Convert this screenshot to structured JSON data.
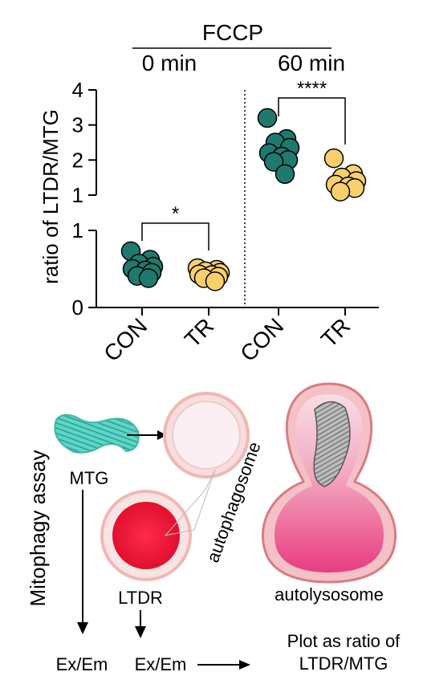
{
  "chart_data": {
    "type": "scatter",
    "subtype": "dot-plot-with-broken-y-axis",
    "treatment": "FCCP",
    "timepoints": [
      "0 min",
      "60 min"
    ],
    "ylabel": "ratio of LTDR/MTG",
    "categories": [
      "CON",
      "TR",
      "CON",
      "TR"
    ],
    "y_axis": {
      "lower_segment": {
        "range": [
          0,
          1
        ],
        "ticks": [
          "0",
          "1"
        ]
      },
      "upper_segment": {
        "range": [
          1,
          4
        ],
        "ticks": [
          "1",
          "2",
          "3",
          "4"
        ]
      }
    },
    "series": [
      {
        "name": "CON",
        "timepoint": "0 min",
        "color": "#1e7a6e",
        "values": [
          0.73,
          0.62,
          0.57,
          0.53,
          0.5,
          0.48,
          0.45,
          0.41,
          0.38
        ]
      },
      {
        "name": "TR",
        "timepoint": "0 min",
        "color": "#f9cf6e",
        "values": [
          0.51,
          0.49,
          0.47,
          0.45,
          0.43,
          0.42,
          0.4,
          0.38,
          0.34
        ]
      },
      {
        "name": "CON",
        "timepoint": "60 min",
        "color": "#1e7a6e",
        "values": [
          3.2,
          2.6,
          2.5,
          2.35,
          2.2,
          2.1,
          2.0,
          1.95,
          1.6
        ]
      },
      {
        "name": "TR",
        "timepoint": "60 min",
        "color": "#f9cf6e",
        "values": [
          2.05,
          1.6,
          1.5,
          1.4,
          1.3,
          1.25,
          1.2,
          1.1
        ]
      }
    ],
    "annotations": [
      {
        "between": [
          0,
          1
        ],
        "text": "*"
      },
      {
        "between": [
          2,
          3
        ],
        "text": "****"
      }
    ]
  },
  "diagram": {
    "side_label": "Mitophagy assay",
    "mtg_label": "MTG",
    "ltdr_label": "LTDR",
    "autophagosome_label": "autophagosome",
    "autolysosome_label": "autolysosome",
    "exem_label_1": "Ex/Em",
    "exem_label_2": "Ex/Em",
    "plot_label_line1": "Plot as ratio of",
    "plot_label_line2": "LTDR/MTG"
  },
  "colors": {
    "con": "#1e7a6e",
    "tr": "#f9cf6e",
    "mitochondria": "#5cd6c8",
    "ltdr": "#ec1c3c",
    "autolysosome": "#e54f86"
  }
}
